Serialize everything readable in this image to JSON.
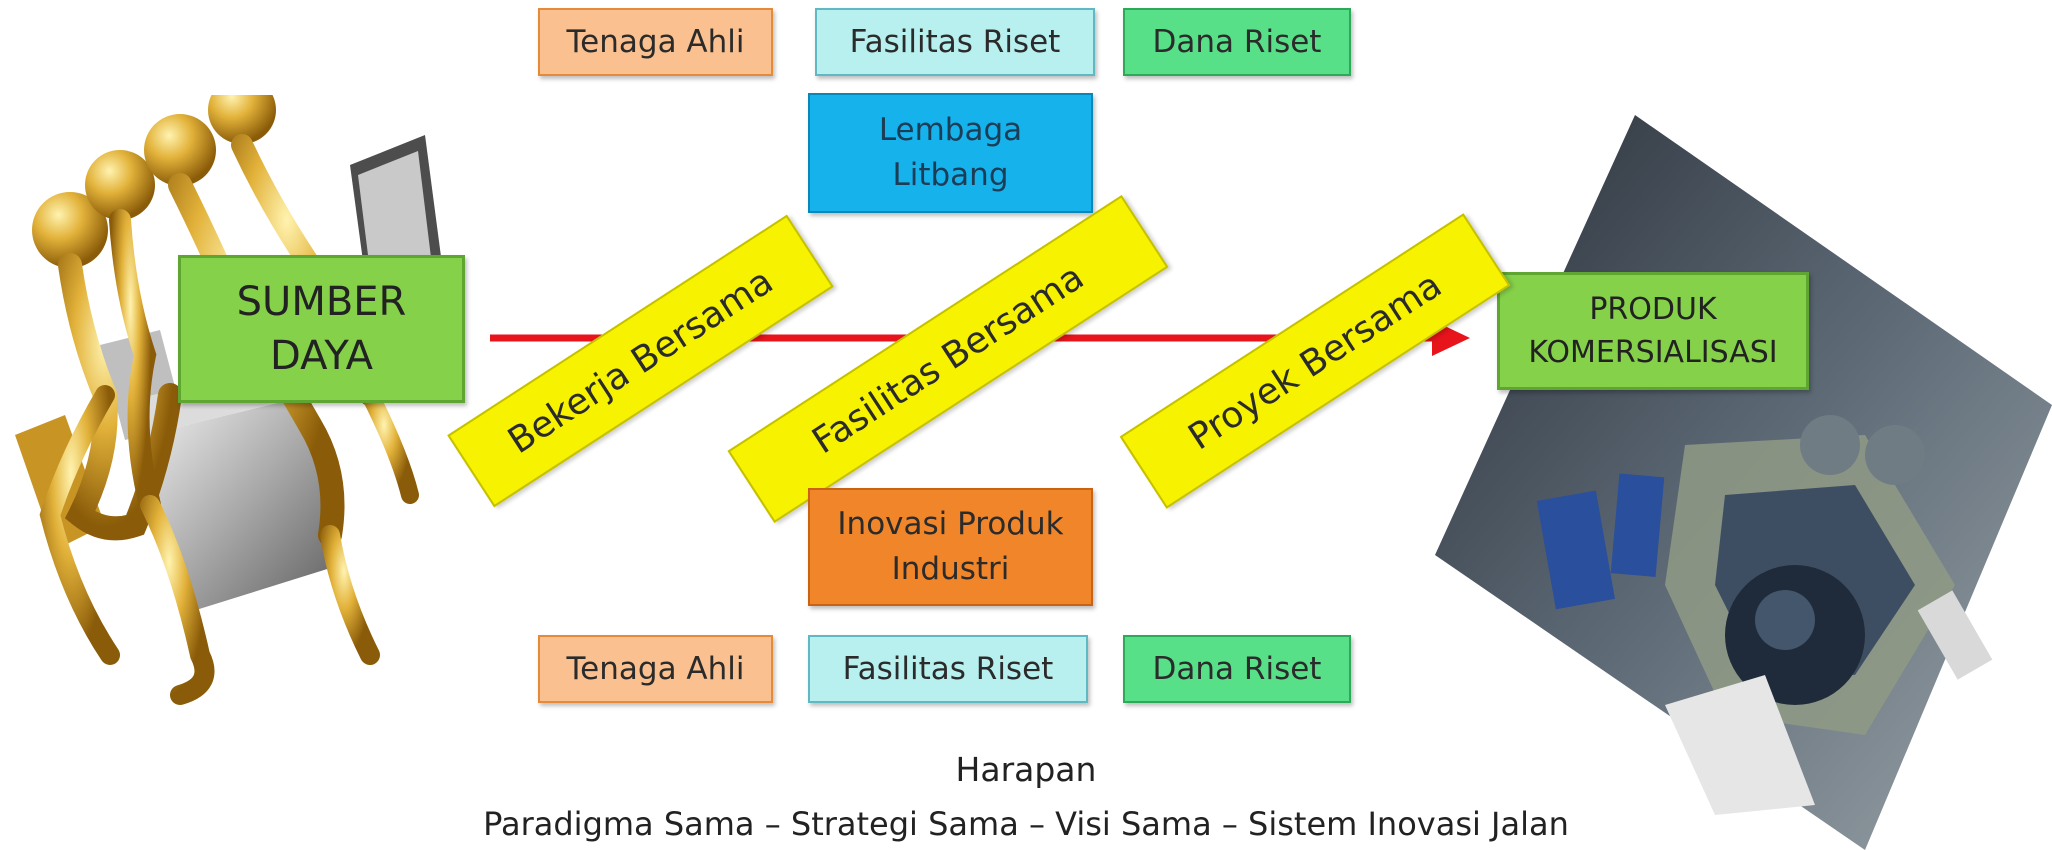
{
  "top_row": {
    "tenaga_ahli": "Tenaga Ahli",
    "fasilitas_riset": "Fasilitas Riset",
    "dana_riset": "Dana Riset"
  },
  "lembaga": "Lembaga\nLitbang",
  "sumber_daya": "SUMBER\nDAYA",
  "banners": {
    "bekerja": "Bekerja Bersama",
    "fasilitas": "Fasilitas Bersama",
    "proyek": "Proyek Bersama"
  },
  "produk": "PRODUK\nKOMERSIALISASI",
  "inovasi": "Inovasi Produk\nIndustri",
  "bottom_row": {
    "tenaga_ahli": "Tenaga Ahli",
    "fasilitas_riset": "Fasilitas Riset",
    "dana_riset": "Dana Riset"
  },
  "caption": {
    "title": "Harapan",
    "text": "Paradigma Sama – Strategi Sama – Visi Sama – Sistem Inovasi Jalan"
  },
  "colors": {
    "arrow": "#e8141c",
    "banner": "#f7f300",
    "lime": "#86d14a"
  }
}
